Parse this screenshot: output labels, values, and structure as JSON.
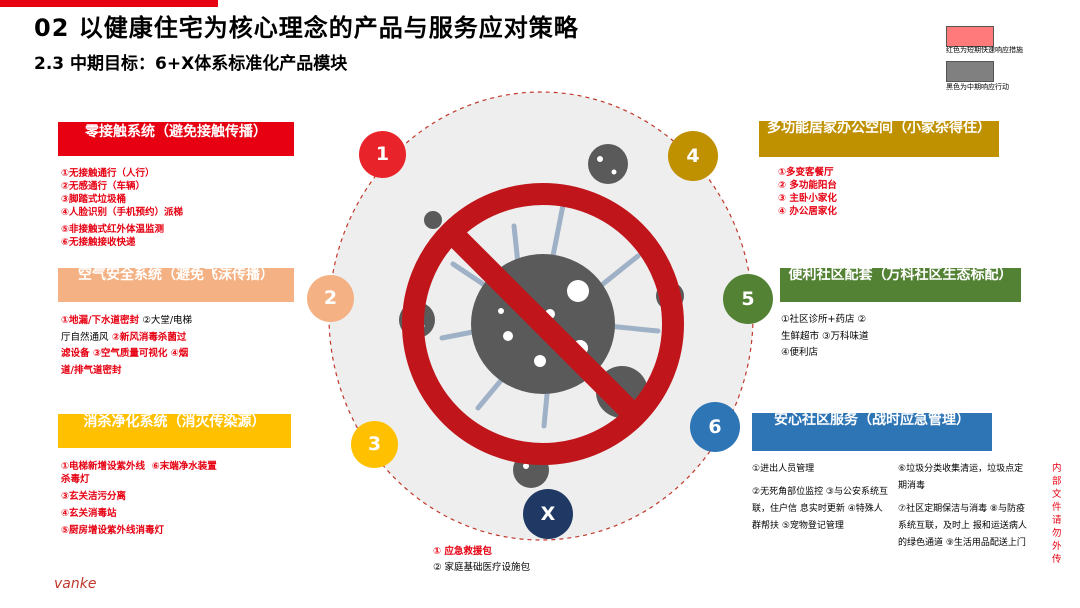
{
  "title": "02 以健康住宅为核心理念的产品与服务应对策略",
  "subtitle": "2.3 中期目标：6+X体系标准化产品模块",
  "legend": [
    {
      "label": "红色为短期快速响应措施",
      "color": "#ff7b7b"
    },
    {
      "label": "黑色为中期响应行动",
      "color": "#808080"
    }
  ],
  "circles": [
    {
      "label": "1",
      "color": "#e8242a"
    },
    {
      "label": "2",
      "color": "#f4b183"
    },
    {
      "label": "3",
      "color": "#ffc000"
    },
    {
      "label": "4",
      "color": "#bf9000"
    },
    {
      "label": "5",
      "color": "#548235"
    },
    {
      "label": "6",
      "color": "#2e75b6"
    },
    {
      "label": "X",
      "color": "#1f3864"
    }
  ],
  "sections": {
    "s1": {
      "title": "零接触系统（避免接触传播）",
      "color": "#e60012",
      "items": [
        "①无接触通行（人行）",
        "②无感通行（车辆）",
        "③脚踏式垃圾桶",
        "④人脸识别（手机预约）派梯",
        "⑤非接触式红外体温监测",
        "⑥无接触接收快递"
      ]
    },
    "s2": {
      "title": "空气安全系统（避免飞沫传播）",
      "color": "#f4b183",
      "red1": "①地漏/下水道密封",
      "black1": "②大堂/电梯厅自然通风",
      "red2": "②新风消毒杀菌过滤设备",
      "red3": "③空气质量可视化",
      "red4": "④烟道/排气道密封"
    },
    "s3": {
      "title": "消杀净化系统（消灭传染源）",
      "color": "#ffc000",
      "items": [
        "①电梯新增设紫外线",
        "⑥末端净水装置",
        "杀毒灯",
        "③玄关洁污分离",
        "④玄关消毒站",
        "⑤厨房增设紫外线消毒灯"
      ]
    },
    "s4": {
      "title": "多功能居家办公空间（小家杂得住）",
      "color": "#bf9000",
      "items": [
        "①多变客餐厅",
        "②  多功能阳台",
        "③  主卧小家化",
        "④ 办公居家化"
      ]
    },
    "s5": {
      "title": "便利社区配套（万科社区生态标配）",
      "color": "#548235",
      "text": "①社区诊所+药店 ②生鲜超市  ③万科味道  ④便利店"
    },
    "s6": {
      "title": "安心社区服务（战时应急管理）",
      "color": "#2e75b6",
      "left": [
        "①进出人员管理",
        "②无死角部位监控 ③与公安系统互联，住户信 息实时更新 ④特殊人群帮扶 ⑤宠物登记管理"
      ],
      "right": [
        "⑥垃圾分类收集清运，垃圾点定期消毒",
        "⑦社区定期保洁与消毒 ⑧与防疫系统互联，及时上 报和运送病人的绿色通道 ⑨生活用品配送上门"
      ]
    },
    "sx": {
      "red": "①  应急救援包",
      "black": "②  家庭基础医疗设施包"
    }
  },
  "footer_logo": "vanke",
  "side_note": "内部文件 请勿外传"
}
